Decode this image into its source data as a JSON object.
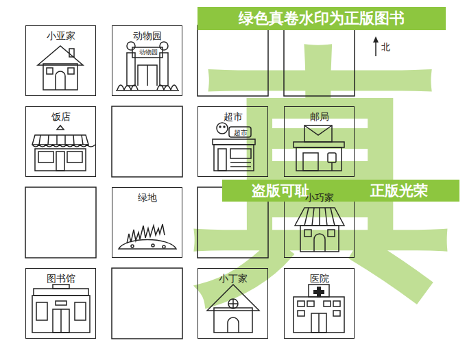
{
  "diagram": {
    "nodes": [
      {
        "text": [
          "小亚家"
        ]
      },
      {
        "text": [
          "动物园",
          "动物园"
        ]
      },
      {
        "text": [
          "饭店"
        ]
      },
      {
        "text": [
          "超市",
          "超市"
        ]
      },
      {
        "text": [
          "邮局"
        ]
      },
      {
        "text": [
          "绿地"
        ]
      },
      {
        "text": [
          "小巧家"
        ]
      },
      {
        "text": [
          "图书馆"
        ]
      },
      {
        "text": [
          "小丁家"
        ]
      },
      {
        "text": [
          "医院"
        ]
      }
    ],
    "labels": [
      "绿色真卷水印为正版图书",
      "北",
      "真",
      "盗版可耻",
      "正版光荣"
    ]
  }
}
